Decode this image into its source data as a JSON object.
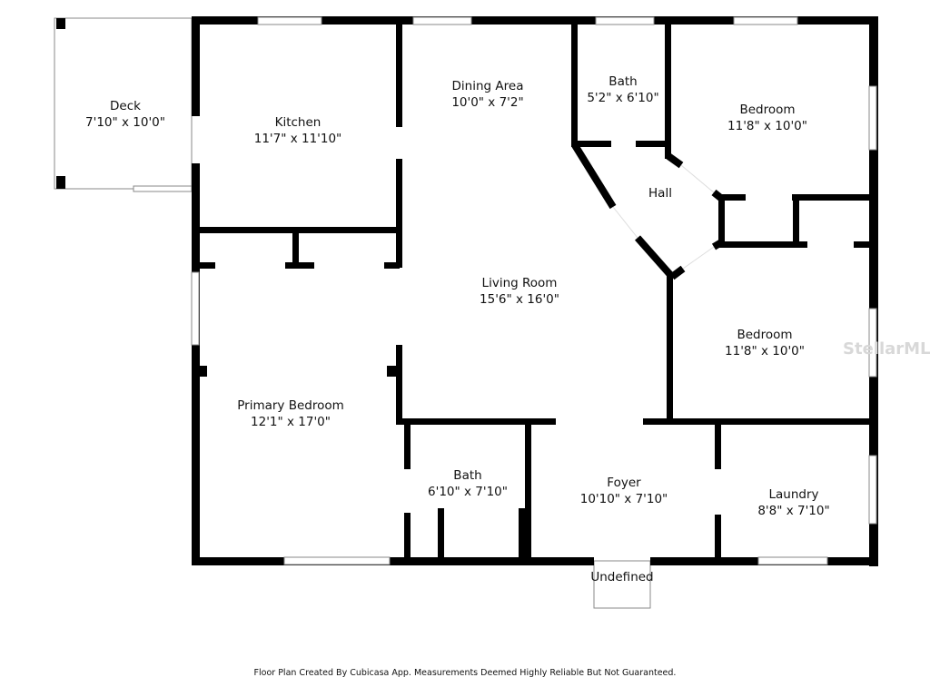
{
  "rooms": [
    {
      "name": "Deck",
      "size": "7'10\" x 10'0\""
    },
    {
      "name": "Kitchen",
      "size": "11'7\" x 11'10\""
    },
    {
      "name": "Dining Area",
      "size": "10'0\" x 7'2\""
    },
    {
      "name": "Bath",
      "size": "5'2\" x 6'10\""
    },
    {
      "name": "Bedroom",
      "size": "11'8\" x 10'0\""
    },
    {
      "name": "Hall",
      "size": ""
    },
    {
      "name": "Living Room",
      "size": "15'6\" x 16'0\""
    },
    {
      "name": "Bedroom",
      "size": "11'8\" x 10'0\""
    },
    {
      "name": "Primary Bedroom",
      "size": "12'1\" x 17'0\""
    },
    {
      "name": "Bath",
      "size": "6'10\" x 7'10\""
    },
    {
      "name": "Foyer",
      "size": "10'10\" x 7'10\""
    },
    {
      "name": "Laundry",
      "size": "8'8\" x 7'10\""
    },
    {
      "name": "Undefined",
      "size": ""
    }
  ],
  "watermark": "StellarMLS",
  "footer": "Floor Plan Created By Cubicasa App. Measurements Deemed Highly Reliable But Not Guaranteed."
}
